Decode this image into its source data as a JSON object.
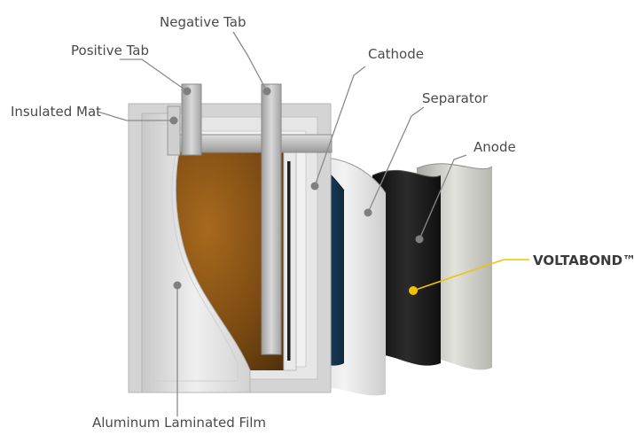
{
  "labels": {
    "negative_tab": "Negative Tab",
    "positive_tab": "Positive Tab",
    "insulated_mat": "Insulated Mat",
    "cathode": "Cathode",
    "separator": "Separator",
    "anode": "Anode",
    "brand": "VOLTABOND™",
    "aluminum_film": "Aluminum Laminated Film"
  },
  "colors": {
    "leader": "#8a8a8a",
    "brand_accent": "#f2c200",
    "cathode": "#1b3a55",
    "anode": "#1c1c1c",
    "electrolyte": "#7a4a12"
  }
}
